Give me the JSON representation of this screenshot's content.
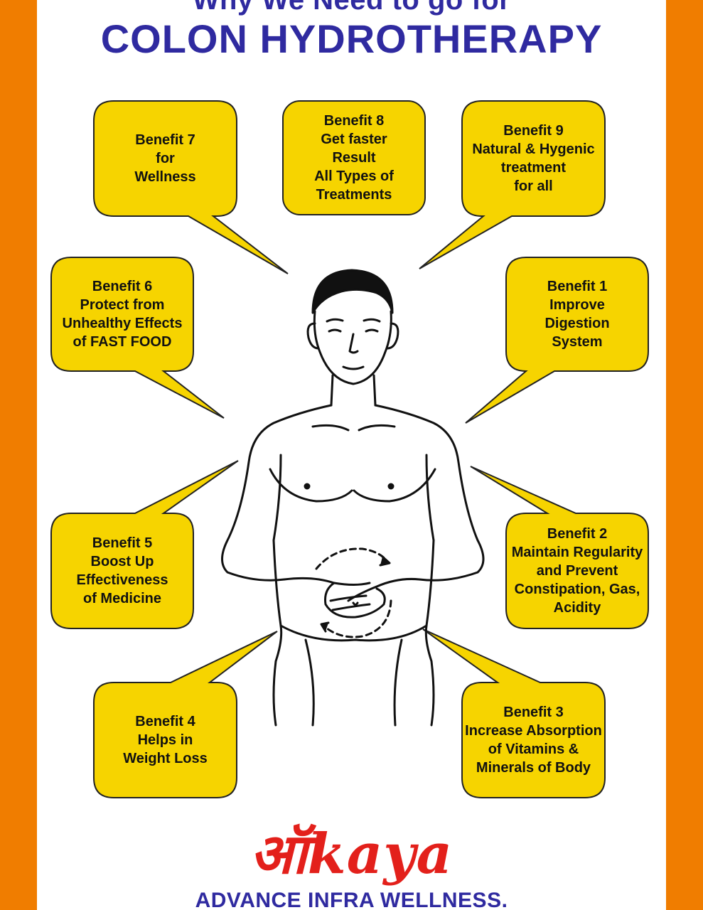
{
  "header": {
    "subtitle": "Why We Need to go for",
    "title": "COLON HYDROTHERAPY"
  },
  "colors": {
    "border": "#f07d00",
    "bubble": "#f6d400",
    "title": "#2f2aa0",
    "logo": "#e3201b"
  },
  "illustration": {
    "icon": "human-torso-line-drawing"
  },
  "benefits": [
    {
      "id": "benefit-7",
      "lines": [
        "Benefit 7",
        "for",
        "Wellness"
      ]
    },
    {
      "id": "benefit-8",
      "lines": [
        "Benefit 8",
        "Get faster",
        "Result",
        "All Types of",
        "Treatments"
      ]
    },
    {
      "id": "benefit-9",
      "lines": [
        "Benefit 9",
        "Natural & Hygenic",
        "treatment",
        "for all"
      ]
    },
    {
      "id": "benefit-6",
      "lines": [
        "Benefit 6",
        "Protect from",
        "Unhealthy Effects",
        "of FAST FOOD"
      ]
    },
    {
      "id": "benefit-1",
      "lines": [
        "Benefit 1",
        "Improve",
        "Digestion",
        "System"
      ]
    },
    {
      "id": "benefit-5",
      "lines": [
        "Benefit 5",
        "Boost Up",
        "Effectiveness",
        "of Medicine"
      ]
    },
    {
      "id": "benefit-2",
      "lines": [
        "Benefit 2",
        "Maintain Regularity",
        "and Prevent",
        "Constipation, Gas,",
        "Acidity"
      ]
    },
    {
      "id": "benefit-4",
      "lines": [
        "Benefit 4",
        "Helps in",
        "Weight Loss"
      ]
    },
    {
      "id": "benefit-3",
      "lines": [
        "Benefit 3",
        "Increase Absorption",
        "of Vitamins &",
        "Minerals of Body"
      ]
    }
  ],
  "footer": {
    "logo": "ऑkaya",
    "company": "ADVANCE INFRA WELLNESS."
  }
}
